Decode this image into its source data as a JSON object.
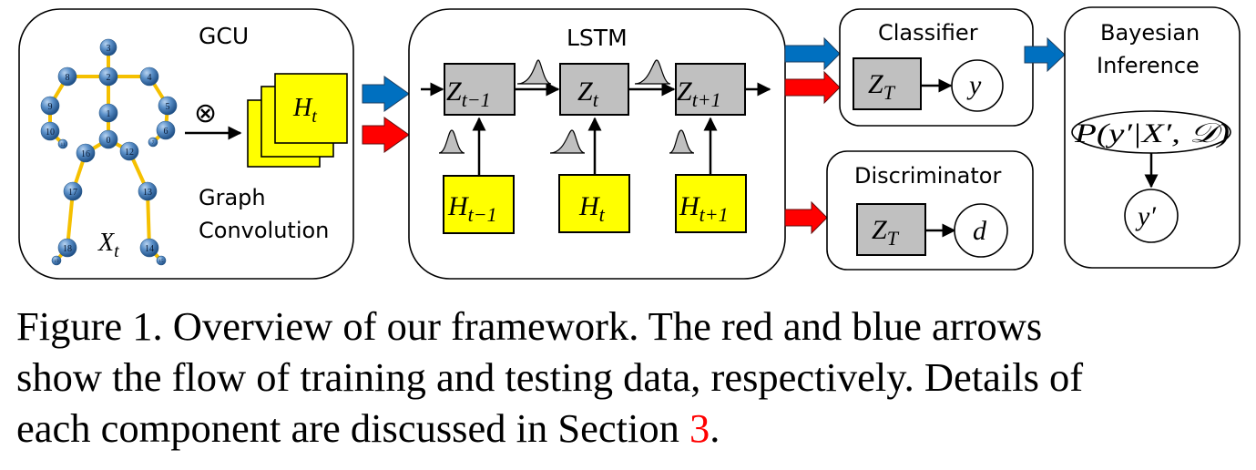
{
  "figure": {
    "modules": {
      "gcu": {
        "title": "GCU",
        "input_symbol": "X",
        "input_subscript": "t",
        "operator": "⊗",
        "feature_symbol": "H",
        "feature_subscript": "t",
        "label_line1": "Graph",
        "label_line2": "Convolution",
        "joints": [
          {
            "id": "0"
          },
          {
            "id": "1"
          },
          {
            "id": "2"
          },
          {
            "id": "3"
          },
          {
            "id": "4"
          },
          {
            "id": "5"
          },
          {
            "id": "6"
          },
          {
            "id": "7"
          },
          {
            "id": "8"
          },
          {
            "id": "9"
          },
          {
            "id": "10"
          },
          {
            "id": "11"
          },
          {
            "id": "12"
          },
          {
            "id": "13"
          },
          {
            "id": "14"
          },
          {
            "id": "15"
          },
          {
            "id": "16"
          },
          {
            "id": "17"
          },
          {
            "id": "18"
          },
          {
            "id": "19"
          }
        ],
        "bones": [
          [
            "3",
            "2"
          ],
          [
            "2",
            "8"
          ],
          [
            "2",
            "4"
          ],
          [
            "2",
            "1"
          ],
          [
            "1",
            "0"
          ],
          [
            "8",
            "9"
          ],
          [
            "9",
            "10"
          ],
          [
            "10",
            "11"
          ],
          [
            "4",
            "5"
          ],
          [
            "5",
            "6"
          ],
          [
            "6",
            "7"
          ],
          [
            "0",
            "16"
          ],
          [
            "16",
            "17"
          ],
          [
            "17",
            "18"
          ],
          [
            "18",
            "19"
          ],
          [
            "0",
            "12"
          ],
          [
            "12",
            "13"
          ],
          [
            "13",
            "14"
          ],
          [
            "14",
            "15"
          ]
        ]
      },
      "lstm": {
        "title": "LSTM",
        "hidden_states": [
          {
            "symbol": "Z",
            "subscript": "t−1"
          },
          {
            "symbol": "Z",
            "subscript": "t"
          },
          {
            "symbol": "Z",
            "subscript": "t+1"
          }
        ],
        "inputs": [
          {
            "symbol": "H",
            "subscript": "t−1"
          },
          {
            "symbol": "H",
            "subscript": "t"
          },
          {
            "symbol": "H",
            "subscript": "t+1"
          }
        ]
      },
      "classifier": {
        "title": "Classifier",
        "state_symbol": "Z",
        "state_subscript": "T",
        "output": "y"
      },
      "discriminator": {
        "title": "Discriminator",
        "state_symbol": "Z",
        "state_subscript": "T",
        "output": "d"
      },
      "bayesian": {
        "title_line1": "Bayesian",
        "title_line2": "Inference",
        "posterior": "P(y′|X′, 𝒟)",
        "posterior_parts": {
          "p": "P(",
          "y": "y",
          "prime1": "′|",
          "X": "X",
          "rest": "′, 𝒟)"
        },
        "output": "y′"
      }
    },
    "colors": {
      "test_arrow": "#0070c0",
      "train_arrow": "#ff0000",
      "feature_map": "#ffff00",
      "hidden_state": "#c0c0c0",
      "bone": "#f5c000",
      "joint": "#4f86c0",
      "reference": "#ff0000"
    }
  },
  "caption": {
    "line1": "Figure 1. Overview of our framework.  The red and blue arrows",
    "line2": "show the flow of training and testing data, respectively. Details of",
    "line3_prefix": "each component are discussed in Section ",
    "line3_ref": "3",
    "line3_suffix": "."
  }
}
